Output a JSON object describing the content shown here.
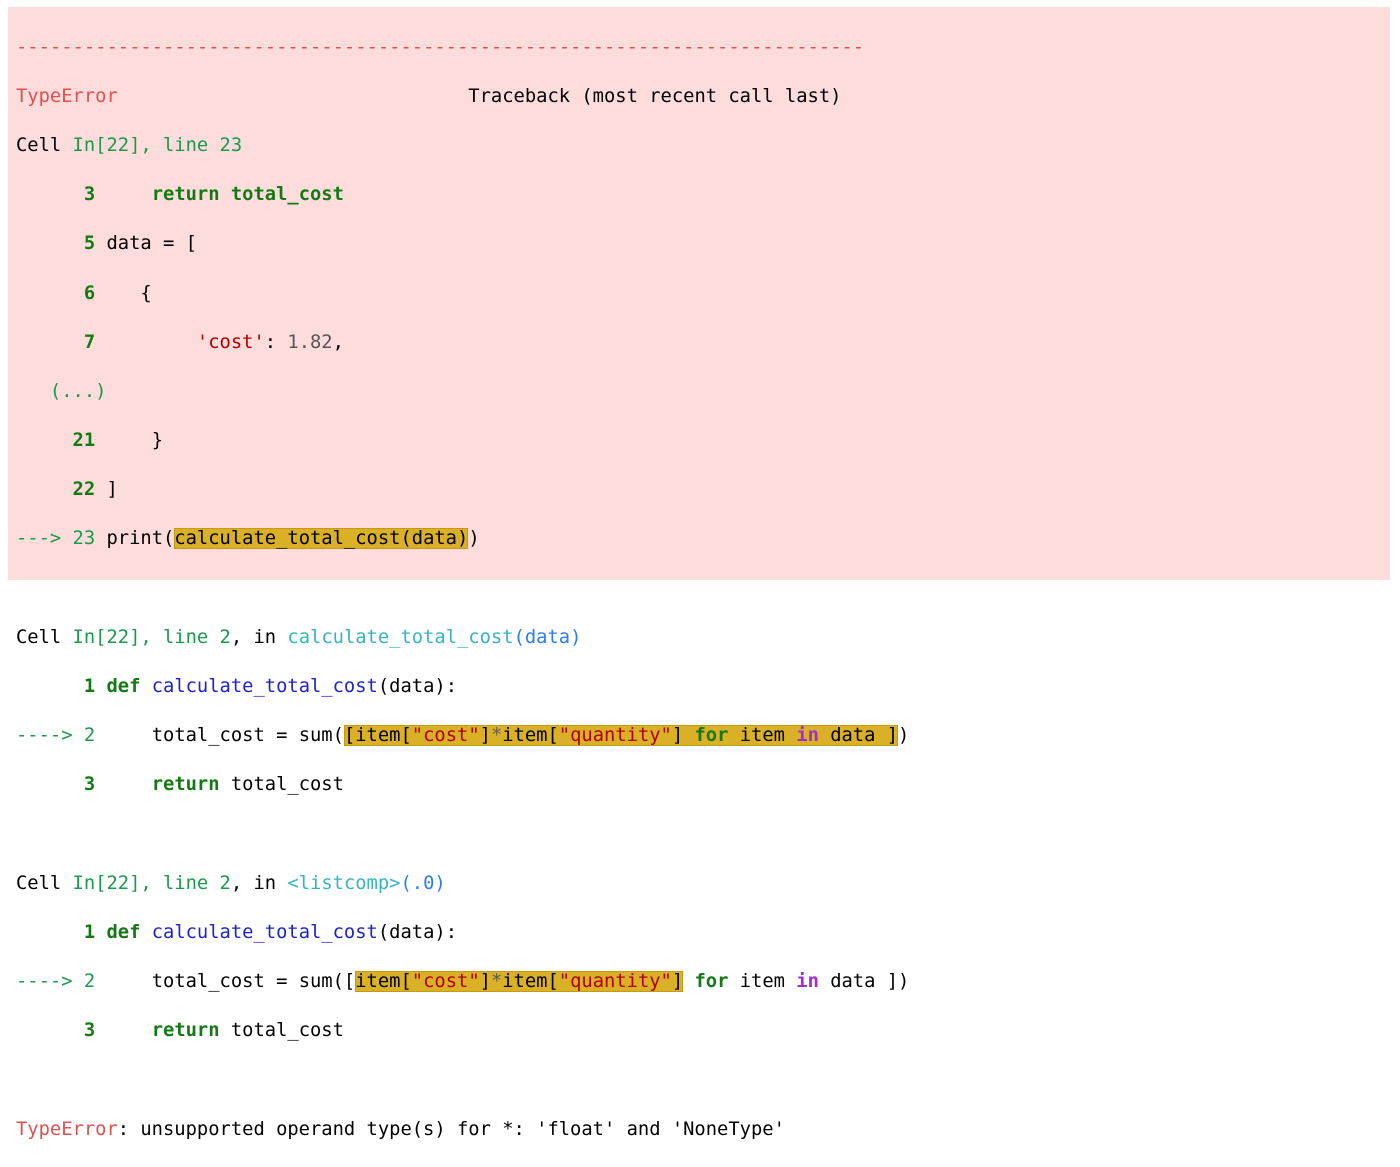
{
  "traceback": {
    "separator": "---------------------------------------------------------------------------",
    "error_type": "TypeError",
    "header_right": "Traceback (most recent call last)",
    "frame1": {
      "cell_prefix": "Cell ",
      "cell_ref": "In[22], line 23",
      "l3_num": "3",
      "l3_code": "return total_cost",
      "l5_num": "5",
      "l5_code": "data = [",
      "l6_num": "6",
      "l6_code": "{",
      "l7_num": "7",
      "l7_key": "'cost'",
      "l7_rest": ": ",
      "l7_val": "1.82",
      "l7_end": ",",
      "ellipsis": "(...)",
      "l21_num": "21",
      "l21_code": "}",
      "l22_num": "22",
      "l22_code": "]",
      "arrow": "---> 23 ",
      "call_prefix": "print(",
      "call_hl": "calculate_total_cost(data)",
      "call_suffix": ")"
    },
    "frame2": {
      "cell_prefix": "Cell ",
      "cell_ref": "In[22], line 2",
      "in_text": ", in ",
      "func": "calculate_total_cost",
      "func_args": "(data)",
      "l1_num": "1",
      "l1_kw": "def",
      "l1_fn": "calculate_total_cost",
      "l1_rest": "(data):",
      "arrow": "----> 2 ",
      "l2_prefix": "total_cost = sum(",
      "l2_hl_a": "[item[",
      "l2_hl_s1": "\"cost\"",
      "l2_hl_b": "]",
      "l2_hl_op": "*",
      "l2_hl_c": "item[",
      "l2_hl_s2": "\"quantity\"",
      "l2_hl_d": "] ",
      "l2_hl_for": "for",
      "l2_hl_e": " item ",
      "l2_hl_in": "in",
      "l2_hl_f": " data ]",
      "l2_suffix": ")",
      "l3_num": "3",
      "l3_kw": "return",
      "l3_rest": " total_cost"
    },
    "frame3": {
      "cell_prefix": "Cell ",
      "cell_ref": "In[22], line 2",
      "in_text": ", in ",
      "func": "<listcomp>",
      "func_args": "(.0)",
      "l1_num": "1",
      "l1_kw": "def",
      "l1_fn": "calculate_total_cost",
      "l1_rest": "(data):",
      "arrow": "----> 2 ",
      "l2_prefix": "total_cost = sum([",
      "l2_hl_a": "item[",
      "l2_hl_s1": "\"cost\"",
      "l2_hl_b": "]",
      "l2_hl_op": "*",
      "l2_hl_c": "item[",
      "l2_hl_s2": "\"quantity\"",
      "l2_hl_d": "]",
      "l2_for": "for",
      "l2_e": " item ",
      "l2_in": "in",
      "l2_f": " data ])",
      "l3_num": "3",
      "l3_kw": "return",
      "l3_rest": " total_cost"
    },
    "final": {
      "error_type": "TypeError",
      "message": ": unsupported operand type(s) for *: 'float' and 'NoneType'"
    }
  }
}
